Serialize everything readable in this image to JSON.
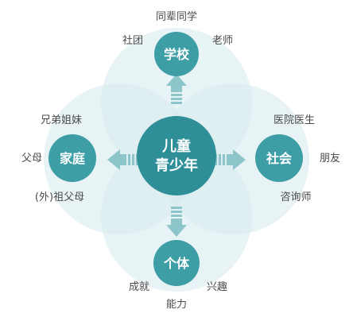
{
  "center": {
    "line1": "儿童",
    "line2": "青少年"
  },
  "nodes": {
    "top": {
      "label": "学校",
      "satellites": {
        "above": "同辈同学",
        "left": "社团",
        "right": "老师"
      }
    },
    "left": {
      "label": "家庭",
      "satellites": {
        "above": "兄弟姐妹",
        "left": "父母",
        "below": "(外)祖父母"
      }
    },
    "right": {
      "label": "社会",
      "satellites": {
        "above": "医院医生",
        "right": "朋友",
        "below": "咨询师"
      }
    },
    "bottom": {
      "label": "个体",
      "satellites": {
        "left": "成就",
        "right": "兴趣",
        "below": "能力"
      }
    }
  },
  "colors": {
    "node": "#3d9ea6",
    "center": "#2f8f98",
    "arrow": "#8cc5ca",
    "petal": "#d6eaec",
    "text": "#4a4a4a"
  }
}
